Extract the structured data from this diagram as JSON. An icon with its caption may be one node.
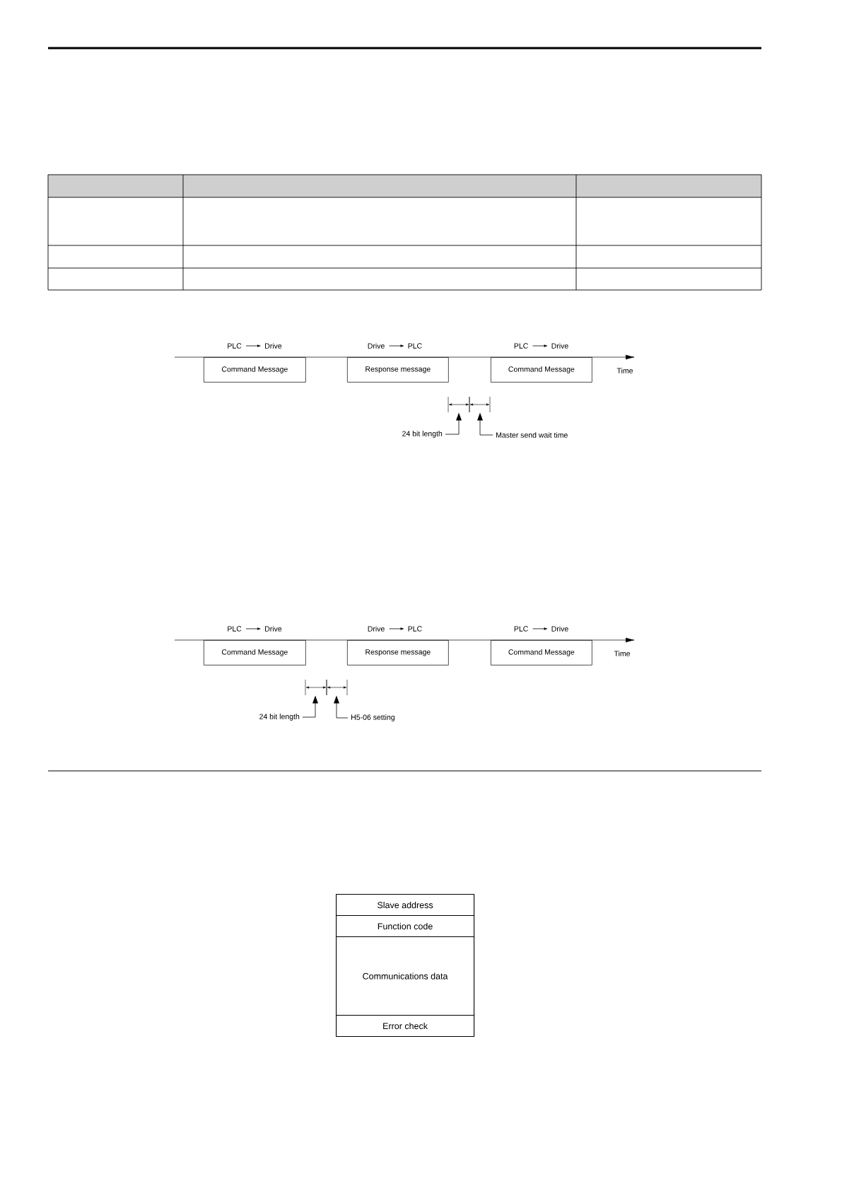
{
  "diagram": {
    "nodes": [
      {
        "text": [
          "Command Message"
        ],
        "beside": [
          "PLC",
          "Drive"
        ]
      },
      {
        "text": [
          "Response message"
        ],
        "beside": [
          "Drive",
          "PLC"
        ]
      },
      {
        "text": [
          "Command Message"
        ],
        "beside": [
          "PLC",
          "Drive"
        ]
      },
      {
        "text": [
          "24 bit length"
        ]
      },
      {
        "text": [
          "Master send wait time"
        ]
      },
      {
        "text": [
          "Command Message"
        ],
        "beside": [
          "PLC",
          "Drive"
        ]
      },
      {
        "text": [
          "Response message"
        ],
        "beside": [
          "Drive",
          "PLC"
        ]
      },
      {
        "text": [
          "Command Message"
        ],
        "beside": [
          "PLC",
          "Drive"
        ]
      },
      {
        "text": [
          "24 bit length"
        ]
      },
      {
        "text": [
          "H5-06 setting"
        ]
      },
      {
        "text": [
          "Slave address"
        ]
      },
      {
        "text": [
          "Function code"
        ]
      },
      {
        "text": [
          "Communications data"
        ]
      },
      {
        "text": [
          "Error check"
        ]
      },
      {
        "text": [],
        "shape": "bar"
      },
      {
        "text": [],
        "shape": "bar"
      },
      {
        "text": [],
        "shape": "bar"
      },
      {
        "text": [],
        "shape": "bar"
      }
    ],
    "edges": [
      {
        "from": 3,
        "to": 14,
        "arrow": "to"
      },
      {
        "from": 4,
        "to": 15,
        "arrow": "to"
      },
      {
        "from": 8,
        "to": 16,
        "arrow": "to"
      },
      {
        "from": 9,
        "to": 17,
        "arrow": "to"
      }
    ],
    "labels": [
      "Time",
      "Time"
    ]
  }
}
